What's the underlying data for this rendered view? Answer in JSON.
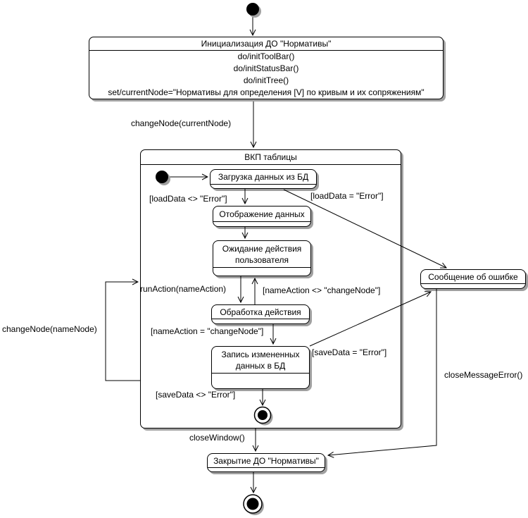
{
  "colors": {
    "line": "#000000",
    "fill": "#ffffff",
    "shadow": "#a0a0a0"
  },
  "states": {
    "init": {
      "title": "Инициализация ДО \"Нормативы\"",
      "actions": [
        "do/initToolBar()",
        "do/initStatusBar()",
        "do/initTree()",
        "set/currentNode=\"Нормативы для определения [V] по кривым и их сопряжениям\""
      ]
    },
    "vkp": {
      "title": "ВКП таблицы"
    },
    "load": {
      "title": "Загрузка данных из БД"
    },
    "display": {
      "title": "Отображение данных"
    },
    "wait": {
      "title": "Ожидание действия пользователя"
    },
    "action": {
      "title": "Обработка действия"
    },
    "save": {
      "title": "Запись измененных данных в БД"
    },
    "error": {
      "title": "Сообщение об ошибке"
    },
    "close": {
      "title": "Закрытие ДО \"Нормативы\""
    }
  },
  "labels": {
    "change_current": "changeNode(currentNode)",
    "load_ok": "[loadData <> \"Error\"]",
    "load_err": "[loadData = \"Error\"]",
    "run_action": "runAction(nameAction)",
    "name_neq": "[nameAction <> \"changeNode\"]",
    "name_eq": "[nameAction = \"changeNode\"]",
    "save_err": "[saveData = \"Error\"]",
    "save_ok": "[saveData <> \"Error\"]",
    "change_name": "changeNode(nameNode)",
    "close_window": "closeWindow()",
    "close_msg": "closeMessageError()"
  }
}
